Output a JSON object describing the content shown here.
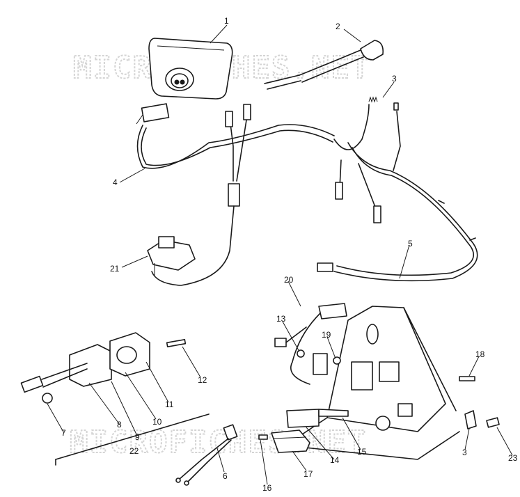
{
  "watermark": {
    "top": "MICROFICHES.NET",
    "bottom": "MICROFICHES.NET"
  },
  "callouts": [
    "1",
    "2",
    "3",
    "4",
    "5",
    "6",
    "7",
    "8",
    "9",
    "10",
    "11",
    "12",
    "13",
    "14",
    "15",
    "16",
    "17",
    "18",
    "19",
    "20",
    "21",
    "22",
    "23",
    "3"
  ],
  "colors": {
    "ink": "#1a1a1a",
    "watermark": "#d4d4d4",
    "background": "#ffffff"
  }
}
